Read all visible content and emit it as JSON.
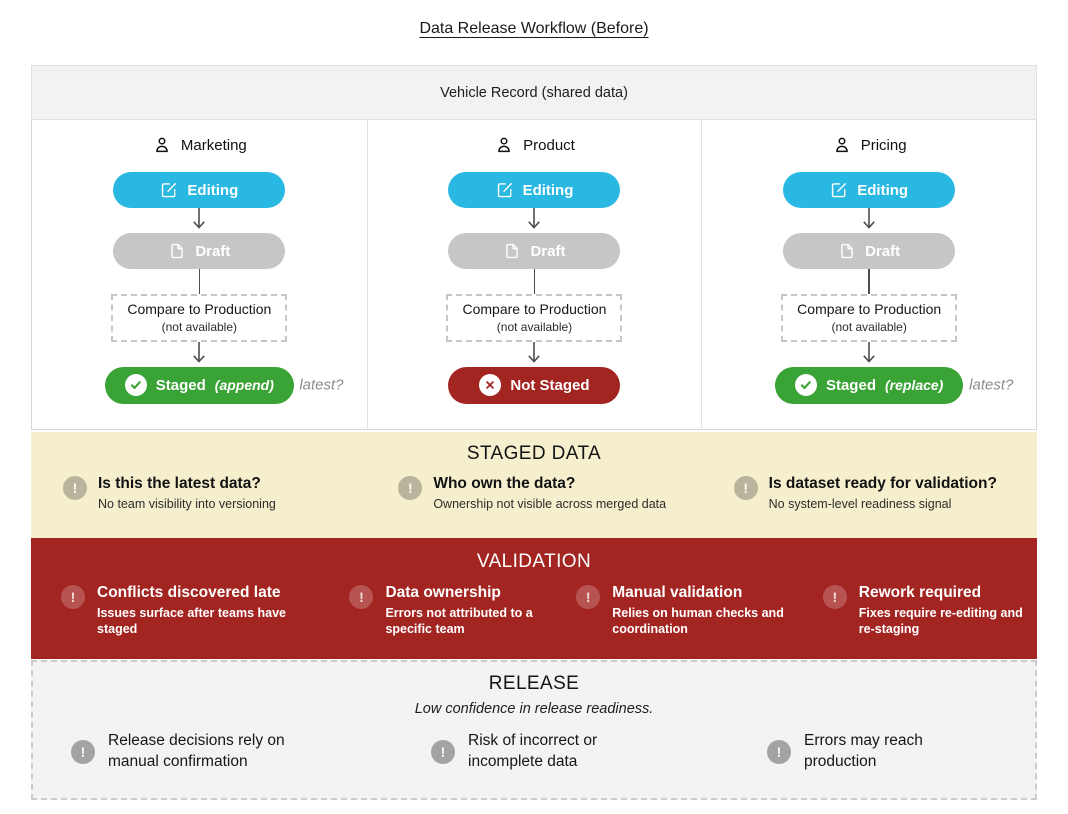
{
  "title": "Data Release Workflow (Before)",
  "shared_header": "Vehicle Record (shared data)",
  "icons": {
    "warning_glyph": "!"
  },
  "colors": {
    "accent_cyan": "#29b8e2",
    "accent_green": "#3aa336",
    "accent_red": "#a32522",
    "pill_gray": "#c6c6c6",
    "band_yellow": "#f5efce",
    "band_gray": "#f3f3f3"
  },
  "columns": [
    {
      "team": "Marketing",
      "editing": "Editing",
      "draft": "Draft",
      "compare_title": "Compare to Production",
      "compare_sub": "(not available)",
      "result_label": "Staged",
      "result_mode": "(append)",
      "result_status": "staged",
      "side_note": "latest?"
    },
    {
      "team": "Product",
      "editing": "Editing",
      "draft": "Draft",
      "compare_title": "Compare to Production",
      "compare_sub": "(not available)",
      "result_label": "Not Staged",
      "result_mode": "",
      "result_status": "not-staged",
      "side_note": ""
    },
    {
      "team": "Pricing",
      "editing": "Editing",
      "draft": "Draft",
      "compare_title": "Compare to Production",
      "compare_sub": "(not available)",
      "result_label": "Staged",
      "result_mode": "(replace)",
      "result_status": "staged",
      "side_note": "latest?"
    }
  ],
  "staged_band": {
    "title": "STAGED DATA",
    "items": [
      {
        "heading": "Is this the latest data?",
        "sub": "No team visibility into versioning"
      },
      {
        "heading": "Who own the data?",
        "sub": "Ownership not visible across merged data"
      },
      {
        "heading": "Is dataset ready for validation?",
        "sub": "No system-level readiness signal"
      }
    ]
  },
  "validation_band": {
    "title": "VALIDATION",
    "items": [
      {
        "heading": "Conflicts discovered late",
        "sub": "Issues surface after teams have staged"
      },
      {
        "heading": "Data ownership",
        "sub": "Errors not attributed to a specific team"
      },
      {
        "heading": "Manual validation",
        "sub": "Relies on human checks and coordination"
      },
      {
        "heading": "Rework required",
        "sub": "Fixes require re-editing and re-staging"
      }
    ]
  },
  "release_band": {
    "title": "RELEASE",
    "subtitle": "Low confidence in release readiness.",
    "items": [
      {
        "text": "Release decisions rely on manual confirmation"
      },
      {
        "text": "Risk of incorrect or incomplete data"
      },
      {
        "text": "Errors may reach production"
      }
    ]
  }
}
